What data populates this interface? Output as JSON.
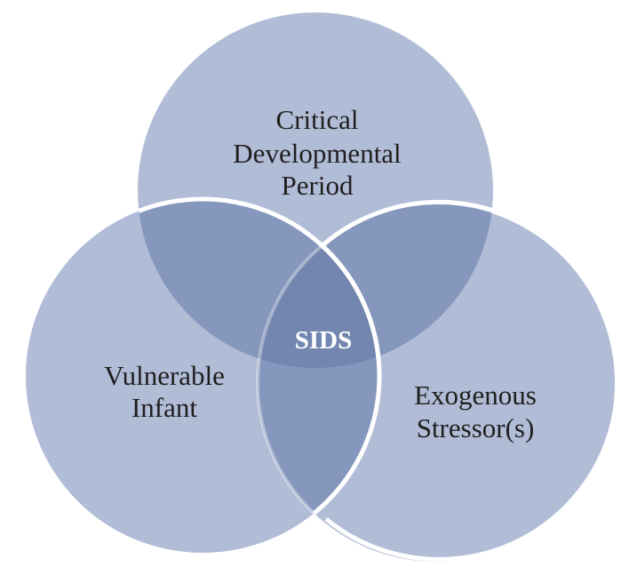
{
  "diagram": {
    "type": "venn-3",
    "colors": {
      "background": "#ffffff",
      "circle_fill": "#b1bcd6",
      "overlap_two": "#8597bc",
      "overlap_three": "#7286b0",
      "outline": "#ffffff",
      "label_text": "#1f1f1f",
      "center_text": "#ffffff"
    },
    "sets": [
      {
        "id": "top",
        "label_lines": [
          "Critical",
          "Developmental",
          "Period"
        ]
      },
      {
        "id": "left",
        "label_lines": [
          "Vulnerable",
          "Infant"
        ]
      },
      {
        "id": "right",
        "label_lines": [
          "Exogenous",
          "Stressor(s)"
        ]
      }
    ],
    "center": {
      "label": "SIDS"
    }
  }
}
